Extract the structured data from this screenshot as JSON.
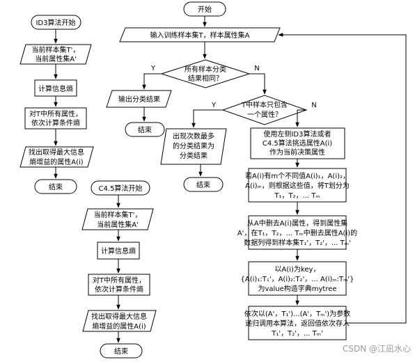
{
  "left_id3": {
    "start": "ID3算法开始",
    "input": [
      "当前样本集T'，",
      "当前属性集A'"
    ],
    "calc_entropy": "计算信息熵",
    "cond_entropy": [
      "对T中所有属性，",
      "依次计算条件熵"
    ],
    "max_gain": [
      "找出取得最大信息",
      "熵增益的属性A(i)"
    ],
    "end": "结束"
  },
  "left_c45": {
    "start": "C4.5算法开始",
    "input": [
      "当前样本集T'，",
      "当前属性集A'"
    ],
    "calc_entropy": "计算信息熵",
    "cond_entropy": [
      "对T中所有属性，",
      "依次计算条件熵"
    ],
    "max_gain": [
      "找出取得最大信息",
      "熵增益的属性A(i)"
    ],
    "end": "结束"
  },
  "main": {
    "start": "开始",
    "input": "输入训练样本集T，样本属性集A",
    "decision1": [
      "所有样本分类",
      "结果相同？"
    ],
    "output_class": "输出分类结果",
    "end1": "结束",
    "decision2": [
      "T中样本只包含",
      "一个属性？"
    ],
    "most_frequent": [
      "出现次数最多",
      "的分类结果为",
      "分类结果"
    ],
    "end2": "结束",
    "use_algo": [
      "使用左侧ID3算法或者",
      "C4.5算法挑选属性A(i)",
      "作为当前决策属性"
    ],
    "split": [
      "若A(i)有m个不同值A(i)₁，A(i)₂，",
      "A(i)ₘ，则根据这些值，将T划分为",
      "T₁，T₂，... Tₘ"
    ],
    "remove": [
      "从A中删去A(i)属性，得到属性集",
      "A'，在T₁，T₂，... Tₘ中删去属性A(i)的",
      "数据列得到样本集T₁'，T₂'，... Tₘ'"
    ],
    "dict": [
      "以A(i)为key，",
      "{A(i)₁:T₁'，A(i)₂:T₂'，... A(i)ₘ:Tₘ'}",
      "为value构造字典mytree"
    ],
    "recurse": [
      "依次以(A'，T₁')...(A'，Tₘ')为参数",
      "递归调用本算法，返回值依次存入",
      "T₁'，T₂'，... Tₘ'"
    ]
  },
  "branch_labels": {
    "yes": "Y",
    "no": "N"
  },
  "watermark": "CSDN @江凪水心"
}
